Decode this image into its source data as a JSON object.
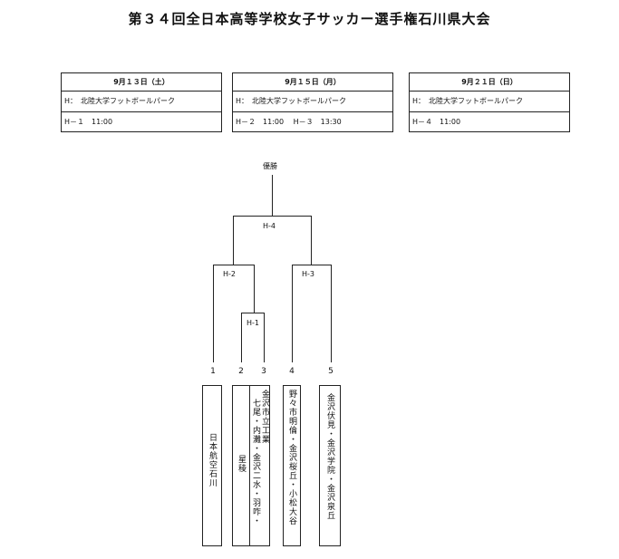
{
  "title": "第３４回全日本高等学校女子サッカー選手権石川県大会",
  "schedule": [
    {
      "date": "9月１３日（土）",
      "venue": "H：　北陸大学フットボールパーク",
      "matches": [
        "H－１　11:00"
      ]
    },
    {
      "date": "9月１５日（月）",
      "venue": "H：　北陸大学フットボールパーク",
      "matches": [
        "H－２　11:00",
        "H－３　13:30"
      ]
    },
    {
      "date": "9月２１日（日）",
      "venue": "H：　北陸大学フットボールパーク",
      "matches": [
        "H－４　11:00"
      ]
    }
  ],
  "bracket": {
    "final_label": "優勝",
    "match_labels": {
      "h1": "H-1",
      "h2": "H-2",
      "h3": "H-3",
      "h4": "H-4"
    },
    "slot_numbers": [
      "1",
      "2",
      "3",
      "4",
      "5"
    ],
    "teams": {
      "t1": "日本航空石川",
      "t2": "星稜",
      "t3a": "七尾・内灘・金沢二水・羽咋・",
      "t3b": "金沢市立工業",
      "t4": "野々市明倫・金沢桜丘・小松大谷",
      "t5": "金沢伏見・金沢学院・金沢泉丘"
    }
  }
}
